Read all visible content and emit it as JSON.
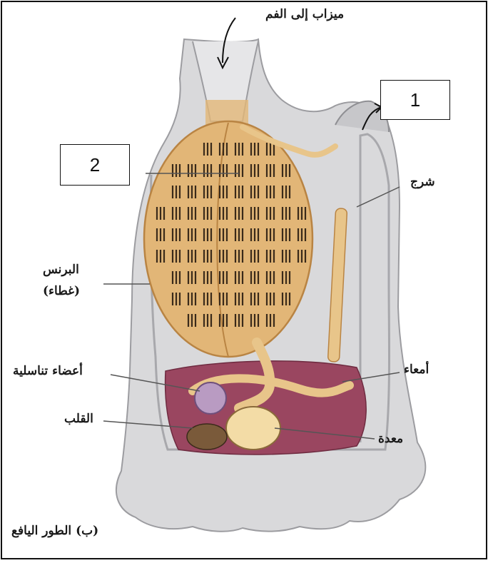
{
  "diagram": {
    "labels": {
      "mouth_siphon": "ميزاب إلى الفم",
      "slit": "شرج",
      "tunic": "البرنس",
      "tunic_sub": "(غطاء)",
      "gonads": "أعضاء تناسلية",
      "intestine": "أمعاء",
      "heart": "القلب",
      "stomach": "معدة",
      "caption": "(ب) الطور اليافع"
    },
    "number_boxes": {
      "box1": "1",
      "box2": "2"
    },
    "colors": {
      "body": "#d9d9db",
      "body_dark": "#b9b9bc",
      "pharynx": "#e2b677",
      "pharynx_dark": "#b98443",
      "slits": "#3a2a1a",
      "cavity": "#9a4660",
      "organ_light": "#f3dca6",
      "organ_purple": "#b99bc2"
    }
  }
}
